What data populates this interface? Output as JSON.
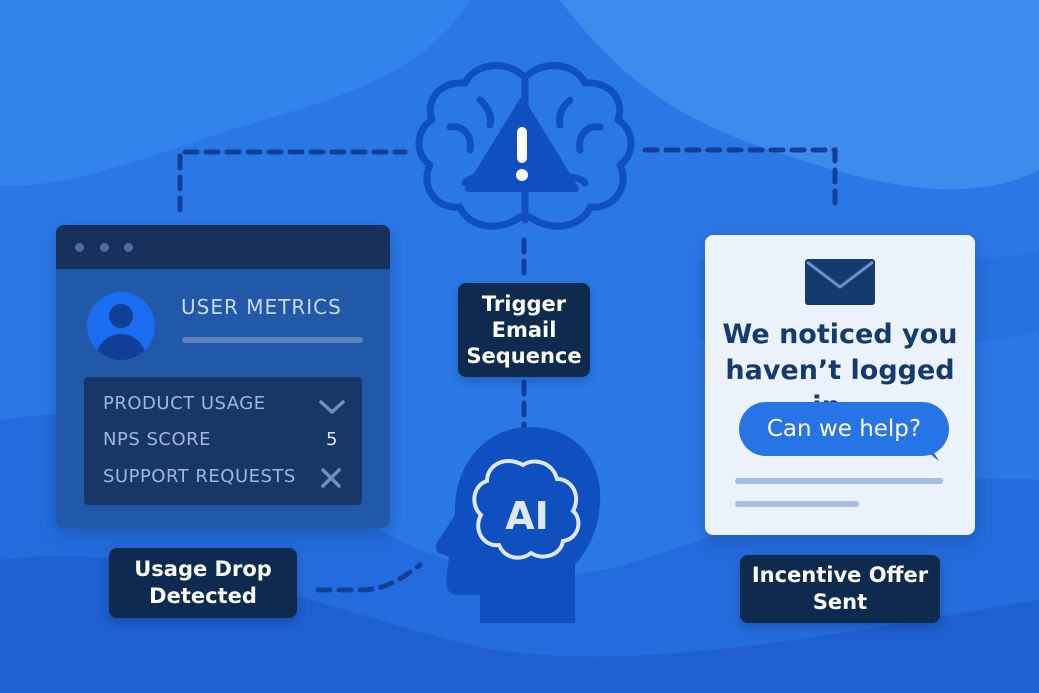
{
  "colors": {
    "background": "#2c7be8",
    "icon_stroke": "#0f4fbf",
    "pill_bg": "#0e2a4e",
    "dashboard_bg": "#2159a8",
    "email_card_bg": "#ecf2fb",
    "bubble_bg": "#2674e6"
  },
  "dashboard": {
    "title": "USER METRICS",
    "metrics": [
      {
        "label": "PRODUCT USAGE",
        "indicator": "chevron-down-icon"
      },
      {
        "label": "NPS SCORE",
        "value": "5"
      },
      {
        "label": "SUPPORT REQUESTS",
        "indicator": "x-icon"
      }
    ]
  },
  "labels": {
    "usage_drop": [
      "Usage Drop",
      "Detected"
    ],
    "trigger": [
      "Trigger",
      "Email",
      "Sequence"
    ],
    "incentive": [
      "Incentive Offer",
      "Sent"
    ]
  },
  "ai_head": {
    "text": "AI"
  },
  "email": {
    "message_line1": "We noticed you",
    "message_line2": "haven’t logged in…",
    "bubble": "Can we help?"
  },
  "icons": {
    "brain": "brain-icon",
    "warning": "warning-icon",
    "envelope": "envelope-icon",
    "user": "user-icon",
    "ai_head": "ai-head-icon"
  }
}
